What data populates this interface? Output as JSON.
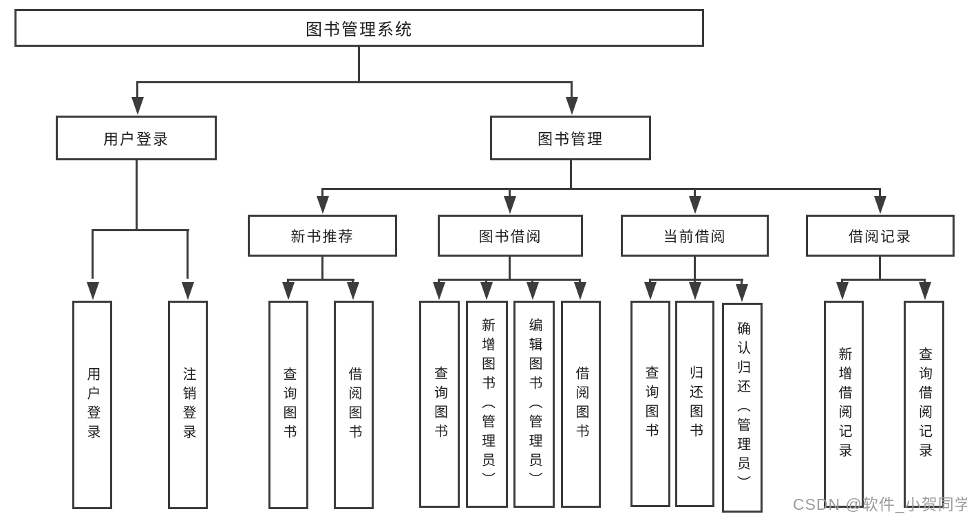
{
  "diagram": {
    "title": "图书管理系统",
    "tree": {
      "label": "图书管理系统",
      "children": [
        {
          "label": "用户登录",
          "children": [
            {
              "label": "用户登录"
            },
            {
              "label": "注销登录"
            }
          ]
        },
        {
          "label": "图书管理",
          "children": [
            {
              "label": "新书推荐",
              "children": [
                {
                  "label": "查询图书"
                },
                {
                  "label": "借阅图书"
                }
              ]
            },
            {
              "label": "图书借阅",
              "children": [
                {
                  "label": "查询图书"
                },
                {
                  "label": "新增图书（管理员）"
                },
                {
                  "label": "编辑图书（管理员）"
                },
                {
                  "label": "借阅图书"
                }
              ]
            },
            {
              "label": "当前借阅",
              "children": [
                {
                  "label": "查询图书"
                },
                {
                  "label": "归还图书"
                },
                {
                  "label": "确认归还（管理员）"
                }
              ]
            },
            {
              "label": "借阅记录",
              "children": [
                {
                  "label": "新增借阅记录"
                },
                {
                  "label": "查询借阅记录"
                }
              ]
            }
          ]
        }
      ]
    }
  },
  "watermark": {
    "text": "CSDN @软件_小贺同学"
  },
  "colors": {
    "line": "#3c3c3c",
    "text": "#1c1c1c",
    "box_bg": "#ffffff",
    "canvas_bg": "#ffffff",
    "watermark": "#9b9b9b"
  }
}
